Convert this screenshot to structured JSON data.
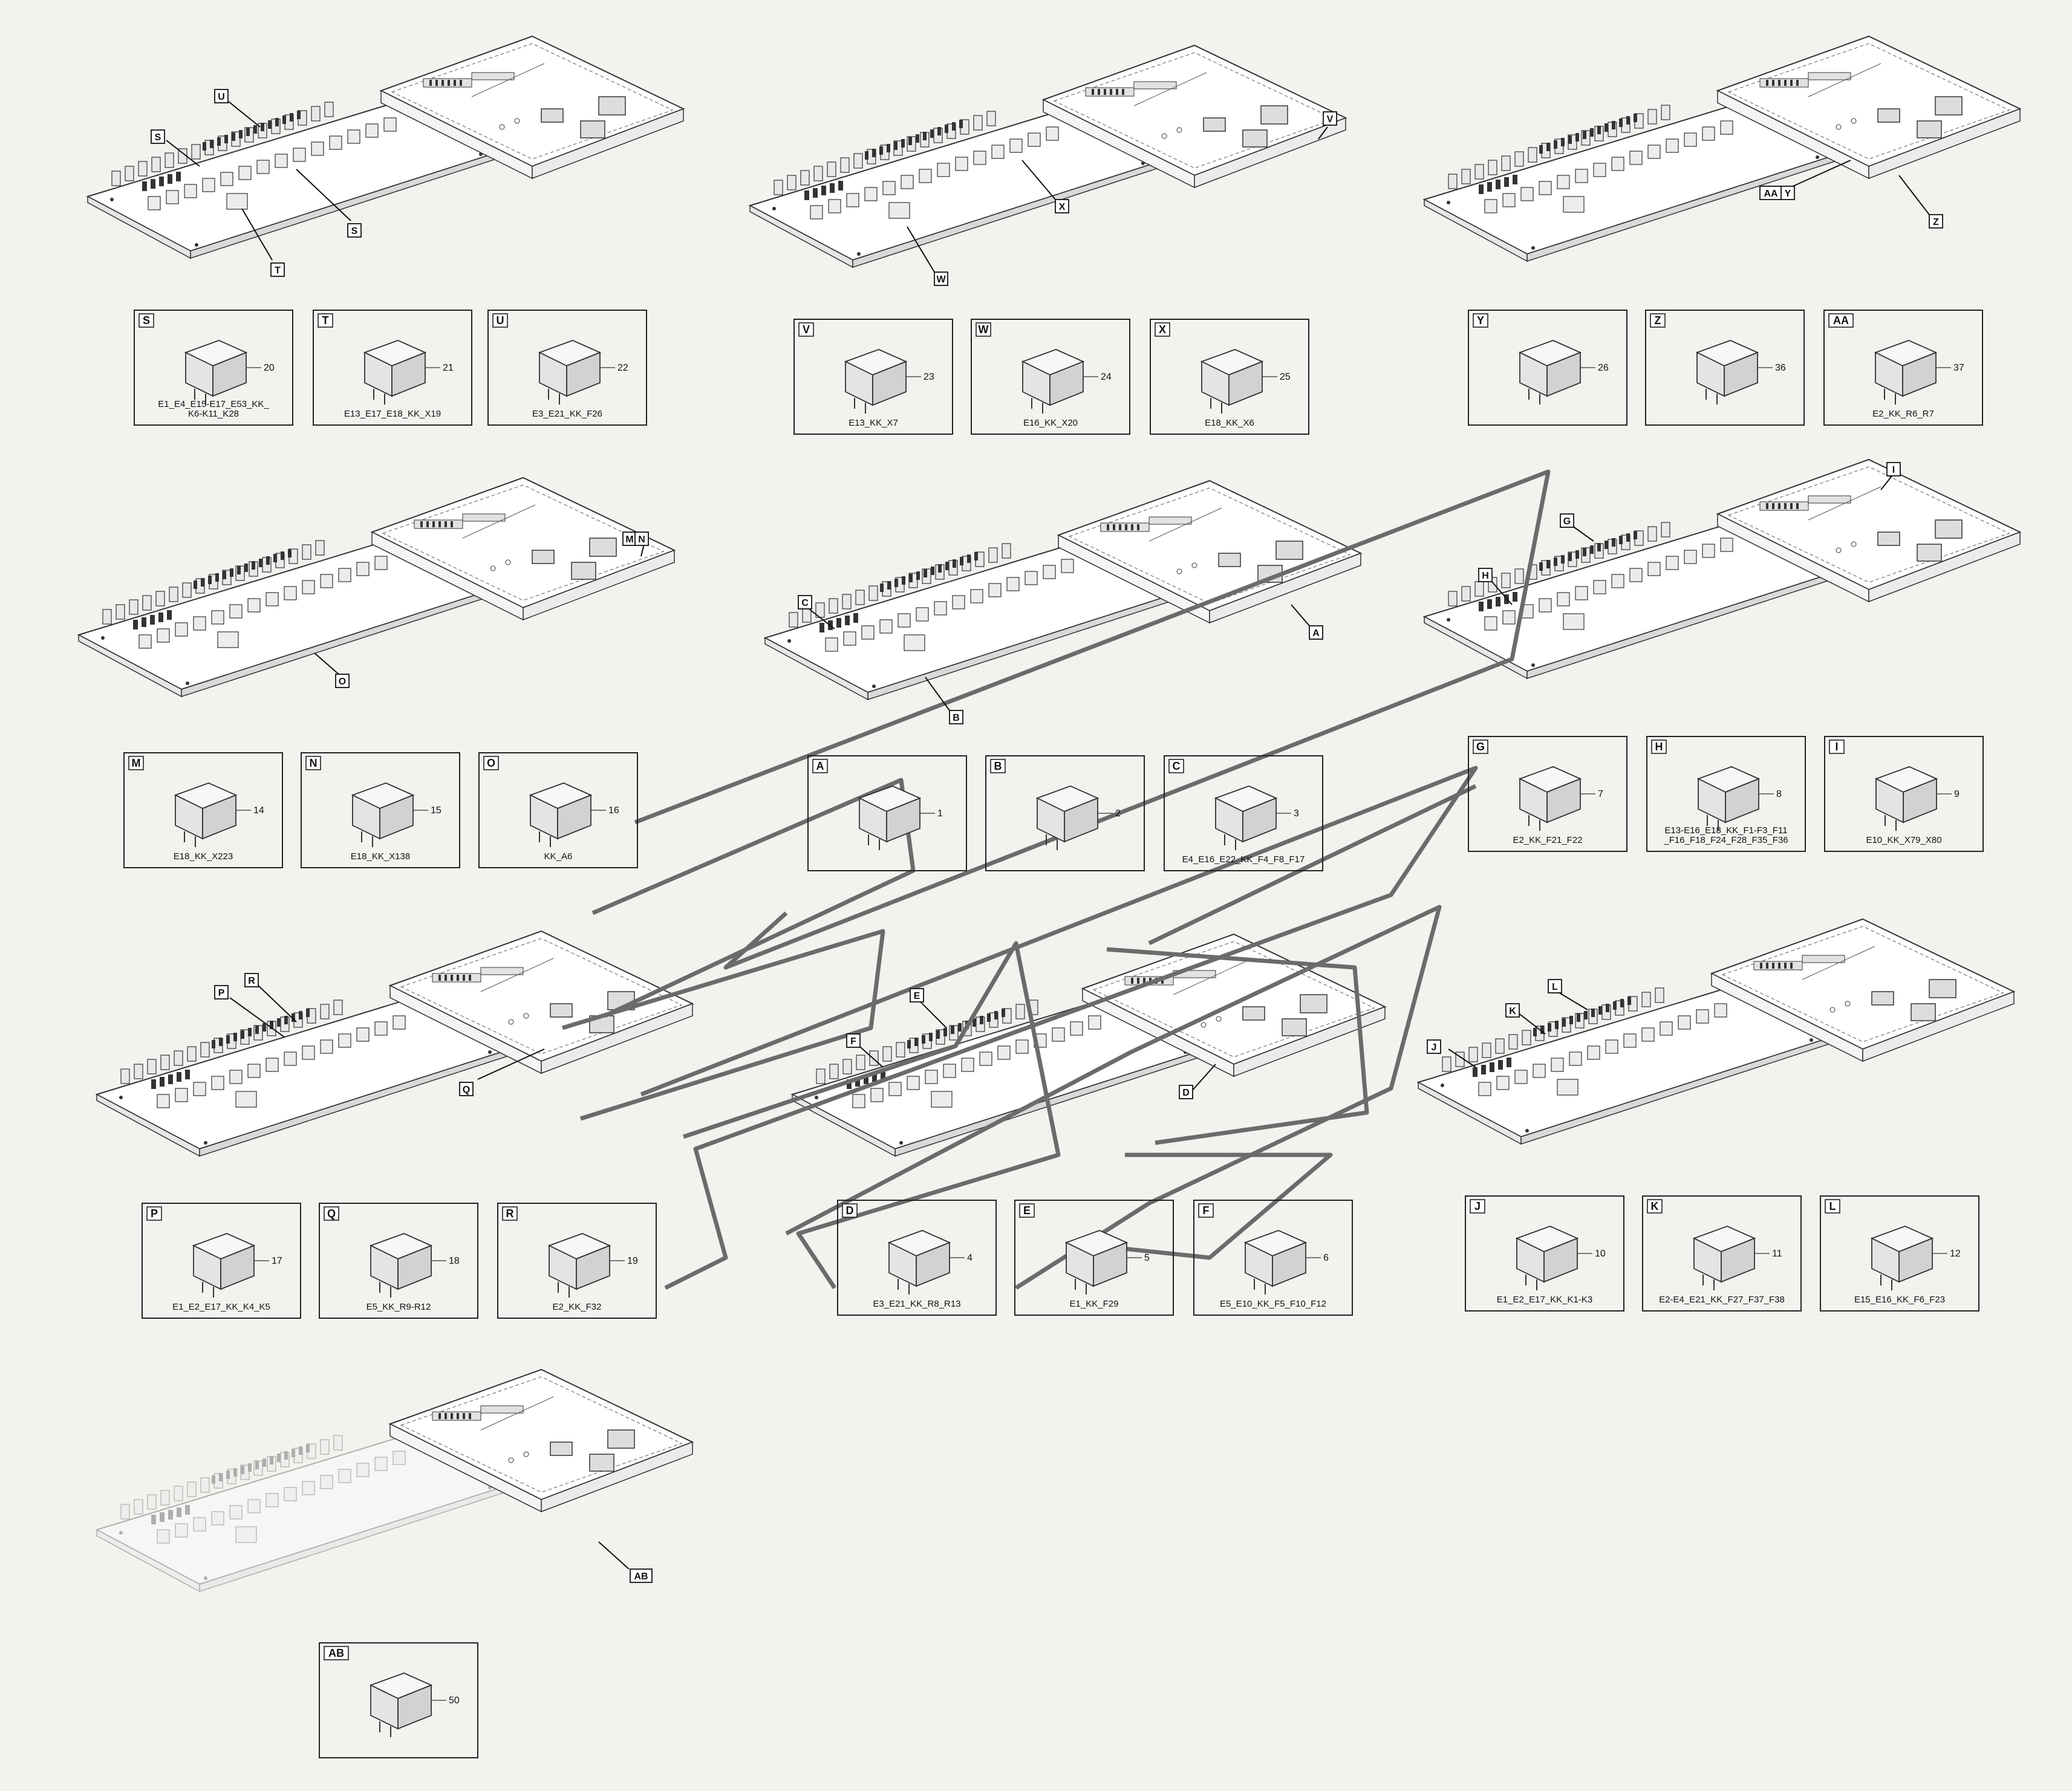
{
  "callouts": [
    {
      "letter": "S",
      "parts": [
        {
          "num": "20",
          "caption": "E1_E4_E15-E17_E53_KK_\nK6-K11_K28"
        }
      ]
    },
    {
      "letter": "T",
      "parts": [
        {
          "num": "21",
          "caption": "E13_E17_E18_KK_X19"
        }
      ]
    },
    {
      "letter": "U",
      "parts": [
        {
          "num": "22",
          "caption": "E3_E21_KK_F26"
        }
      ]
    },
    {
      "letter": "V",
      "parts": [
        {
          "num": "23",
          "caption": "E13_KK_X7"
        }
      ]
    },
    {
      "letter": "W",
      "parts": [
        {
          "num": "24",
          "caption": "E16_KK_X20"
        }
      ]
    },
    {
      "letter": "X",
      "parts": [
        {
          "num": "25",
          "caption": "E18_KK_X6"
        }
      ]
    },
    {
      "letter": "Y",
      "parts": [
        {
          "num": "26",
          "caption": ""
        }
      ]
    },
    {
      "letter": "Z",
      "parts": [
        {
          "num": "36",
          "caption": ""
        }
      ]
    },
    {
      "letter": "AA",
      "parts": [
        {
          "num": "37",
          "caption": "E2_KK_R6_R7"
        }
      ]
    },
    {
      "letter": "M",
      "parts": [
        {
          "num": "14",
          "caption": "E18_KK_X223"
        }
      ]
    },
    {
      "letter": "N",
      "parts": [
        {
          "num": "15",
          "caption": "E18_KK_X138"
        }
      ]
    },
    {
      "letter": "O",
      "parts": [
        {
          "num": "16",
          "caption": "KK_A6"
        }
      ]
    },
    {
      "letter": "A",
      "parts": [
        {
          "num": "1",
          "caption": ""
        }
      ]
    },
    {
      "letter": "B",
      "parts": [
        {
          "num": "2",
          "caption": ""
        }
      ]
    },
    {
      "letter": "C",
      "parts": [
        {
          "num": "3",
          "caption": "E4_E16_E22_KK_F4_F8_F17"
        }
      ]
    },
    {
      "letter": "G",
      "parts": [
        {
          "num": "7",
          "caption": "E2_KK_F21_F22"
        }
      ]
    },
    {
      "letter": "H",
      "parts": [
        {
          "num": "8",
          "caption": "E13-E16_E18_KK_F1-F3_F11\n_F16_F18_F24_F28_F35_F36"
        }
      ]
    },
    {
      "letter": "I",
      "parts": [
        {
          "num": "9",
          "caption": "E10_KK_X79_X80"
        }
      ]
    },
    {
      "letter": "P",
      "parts": [
        {
          "num": "17",
          "caption": "E1_E2_E17_KK_K4_K5"
        }
      ]
    },
    {
      "letter": "Q",
      "parts": [
        {
          "num": "18",
          "caption": "E5_KK_R9-R12"
        }
      ]
    },
    {
      "letter": "R",
      "parts": [
        {
          "num": "19",
          "caption": "E2_KK_F32"
        }
      ]
    },
    {
      "letter": "D",
      "parts": [
        {
          "num": "4",
          "caption": "E3_E21_KK_R8_R13"
        }
      ]
    },
    {
      "letter": "E",
      "parts": [
        {
          "num": "5",
          "caption": "E1_KK_F29"
        }
      ]
    },
    {
      "letter": "F",
      "parts": [
        {
          "num": "6",
          "caption": "E5_E10_KK_F5_F10_F12"
        }
      ]
    },
    {
      "letter": "J",
      "parts": [
        {
          "num": "10",
          "caption": "E1_E2_E17_KK_K1-K3"
        }
      ]
    },
    {
      "letter": "K",
      "parts": [
        {
          "num": "11",
          "caption": "E2-E4_E21_KK_F27_F37_F38"
        }
      ]
    },
    {
      "letter": "L",
      "parts": [
        {
          "num": "12",
          "caption": "E15_E16_KK_F6_F23"
        }
      ]
    },
    {
      "letter": "AB",
      "parts": [
        {
          "num": "50",
          "caption": ""
        }
      ]
    }
  ],
  "assemblyTags": [
    "U",
    "S",
    "S",
    "T",
    "V",
    "X",
    "W",
    "AA",
    "Z",
    "Y",
    "M",
    "N",
    "O",
    "C",
    "A",
    "B",
    "I",
    "G",
    "H",
    "P",
    "R",
    "Q",
    "E",
    "F",
    "D",
    "J",
    "K",
    "L",
    "AB"
  ]
}
